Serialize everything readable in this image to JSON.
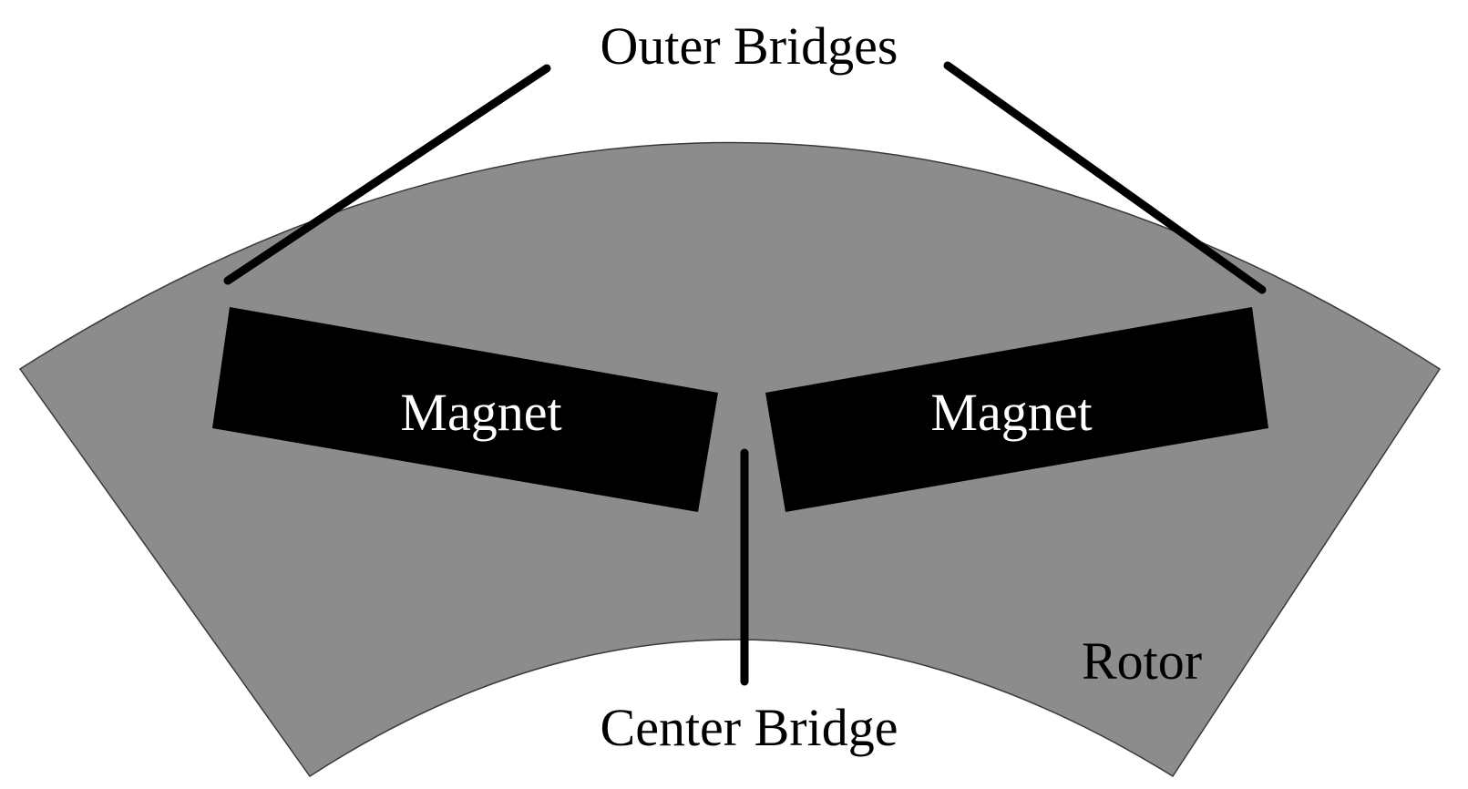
{
  "labels": {
    "outer_bridges": "Outer Bridges",
    "center_bridge": "Center Bridge",
    "rotor": "Rotor",
    "magnet_left": "Magnet",
    "magnet_right": "Magnet"
  },
  "colors": {
    "rotor_fill": "#8c8c8c",
    "magnet_fill": "#000000",
    "leader_line": "#000000",
    "background": "#ffffff"
  }
}
